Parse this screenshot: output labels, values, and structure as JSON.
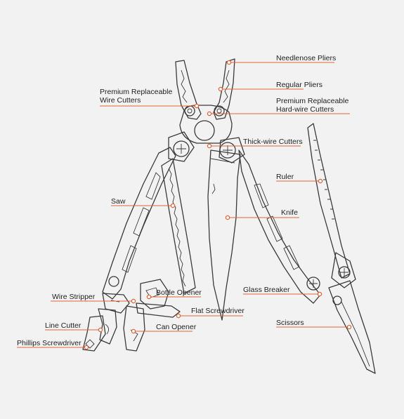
{
  "accent_color": "#e0623a",
  "labels": [
    {
      "id": "needlenose-pliers",
      "lines": [
        "Needlenose Pliers"
      ]
    },
    {
      "id": "regular-pliers",
      "lines": [
        "Regular Pliers"
      ]
    },
    {
      "id": "hardwire-cutters",
      "lines": [
        "Premium Replaceable",
        "Hard-wire Cutters"
      ]
    },
    {
      "id": "wire-cutters",
      "lines": [
        "Premium Replaceable",
        "Wire Cutters"
      ]
    },
    {
      "id": "thick-wire-cutters",
      "lines": [
        "Thick-wire Cutters"
      ]
    },
    {
      "id": "ruler",
      "lines": [
        "Ruler"
      ]
    },
    {
      "id": "saw",
      "lines": [
        "Saw"
      ]
    },
    {
      "id": "knife",
      "lines": [
        "Knife"
      ]
    },
    {
      "id": "glass-breaker",
      "lines": [
        "Glass Breaker"
      ]
    },
    {
      "id": "bottle-opener",
      "lines": [
        "Bottle Opener"
      ]
    },
    {
      "id": "wire-stripper",
      "lines": [
        "Wire Stripper"
      ]
    },
    {
      "id": "flat-screwdriver",
      "lines": [
        "Flat Screwdriver"
      ]
    },
    {
      "id": "scissors",
      "lines": [
        "Scissors"
      ]
    },
    {
      "id": "line-cutter",
      "lines": [
        "Line Cutter"
      ]
    },
    {
      "id": "can-opener",
      "lines": [
        "Can Opener"
      ]
    },
    {
      "id": "phillips-screwdriver",
      "lines": [
        "Phillips Screwdriver"
      ]
    }
  ]
}
